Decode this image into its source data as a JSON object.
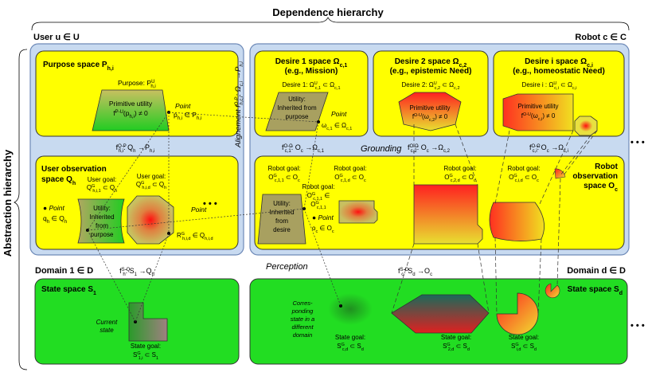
{
  "header": {
    "dependence_hierarchy": "Dependence hierarchy",
    "abstraction_hierarchy": "Abstraction hierarchy"
  },
  "user": {
    "title": "User u ∈ U",
    "purpose_space": "Purpose space P",
    "purpose_space_sub": "h,i",
    "purpose": "Purpose: P",
    "purpose_sup": "U",
    "purpose_sub": "h,i",
    "primitive_utility": "Primitive utility",
    "primitive_formula": "f",
    "primitive_formula_sup": "P-U",
    "primitive_formula_tail": "(p",
    "primitive_formula_sub": "h,i",
    "primitive_formula_end": ") ≠ 0",
    "point_label": "Point",
    "point_value": "p",
    "point_value_sub": "h,i",
    "point_value_tail": " ∈ P",
    "point_value_tail_sub": "h,i",
    "mapping_f": "f",
    "mapping_sup": "Q-P",
    "mapping_sub": "h,i",
    "mapping_tail": ": Q",
    "mapping_q_sub": "h",
    "mapping_arrow": " →P",
    "mapping_p_sub": "h,i",
    "observation_space_line1": "User observation",
    "observation_space_line2": "space Q",
    "observation_space_sub": "h",
    "goal1_line1": "User goal:",
    "goal1_line2": "Q",
    "goal1_sup": "G",
    "goal1_sub": "h,i,1",
    "goal1_tail": " ⊂ Q",
    "goal1_tail_sub": "h",
    "goal2_line1": "User goal:",
    "goal2_line2": "Q",
    "goal2_sup": "G",
    "goal2_sub": "h,i,d",
    "goal2_tail": " ⊂ Q",
    "goal2_tail_sub": "h",
    "point_q_label": "Point",
    "point_q_value": "q",
    "point_q_sub": "h",
    "point_q_tail": " ∈ Q",
    "point_q_tail_sub": "h",
    "utility_line1": "Utility:",
    "utility_line2": "Inherited",
    "utility_line3": "from",
    "utility_line4": "purpose",
    "point2_label": "Point",
    "point2_value": "R",
    "point2_sup": "G",
    "point2_sub": "h,i,d",
    "point2_tail": " ∈ Q",
    "point2_tail_sub": "h,i,d"
  },
  "robot": {
    "title": "Robot c ∈ C",
    "desire1_line1": "Desire 1 space Ω",
    "desire1_sub": "c,1",
    "desire1_line2": "(e.g., Mission)",
    "desire1_label": "Desire 1: Ω",
    "desire1_sup": "U",
    "desire1_label_sub": "c,1",
    "desire1_tail": " ⊂ Ω",
    "desire1_tail_sub": "c,1",
    "desire1_utility_line1": "Utility:",
    "desire1_utility_line2": "Inherited from",
    "desire1_utility_line3": "purpose",
    "desire1_point_label": "Point",
    "desire1_point_value": "ω",
    "desire1_point_sub": "c,1",
    "desire1_point_tail": " ∈ Ω",
    "desire1_point_tail_sub": "c,1",
    "desire2_line1": "Desire 2 space Ω",
    "desire2_sub": "c,2",
    "desire2_line2": "(e.g., epistemic Need)",
    "desire2_label": "Desire 2: Ω",
    "desire2_sup": "U",
    "desire2_label_sub": "c,2",
    "desire2_tail": " ⊂ Ω",
    "desire2_tail_sub": "c,2",
    "desire2_prim_line1": "Primitive utility",
    "desire2_prim_f": "f",
    "desire2_prim_sup": "Ω-U",
    "desire2_prim_tail": "(ω",
    "desire2_prim_sub": "c,2",
    "desire2_prim_end": ") ≠ 0",
    "desirei_line1": "Desire i space Ω",
    "desirei_sub": "c,i",
    "desirei_line2": "(e.g., homeostatic Need)",
    "desirei_label": "Desire i : Ω",
    "desirei_sup": "U",
    "desirei_label_sub": "c,i",
    "desirei_tail": " ⊂ Ω",
    "desirei_tail_sub": "c,i",
    "desirei_prim_line1": "Primitive utility",
    "desirei_prim_f": "f",
    "desirei_prim_sup": "Ω-U",
    "desirei_prim_tail": "(ω",
    "desirei_prim_sub": "c,i",
    "desirei_prim_end": ") ≠ 0",
    "alignment": "Alignement",
    "alignment_f": "f",
    "alignment_sup": "Ω-P",
    "alignment_sub": "h,c,i",
    "alignment_tail": ": Ω",
    "alignment_tail_sub": "c,i",
    "alignment_arrow": " →P",
    "alignment_p_sub": "h,i",
    "grounding": "Grounding",
    "ground1_f": "f",
    "ground1_sup": "O-Ω",
    "ground1_sub": "c,1",
    "ground1_tail": ": O",
    "ground1_o_sub": "c",
    "ground1_arrow": " →Ω",
    "ground1_arrow_sub": "c,1",
    "ground2_f": "f",
    "ground2_sup": "O-Ω",
    "ground2_sub": "c,2",
    "ground2_tail": ": O",
    "ground2_o_sub": "c",
    "ground2_arrow": " →Ω",
    "ground2_arrow_sub": "c,2",
    "groundi_f": "f",
    "groundi_sup": "O-Ω",
    "groundi_sub": "c,i",
    "groundi_tail": ": O",
    "groundi_o_sub": "c",
    "groundi_arrow": " →Ω",
    "groundi_arrow_sub": "c,i",
    "observation_line1": "Robot",
    "observation_line2": "observation",
    "observation_line3": "space O",
    "observation_sub": "c",
    "goal1_line1": "Robot goal:",
    "goal1_o": "O",
    "goal1_sup": "G",
    "goal1_sub": "c,1,1",
    "goal1_tail": " ⊂ O",
    "goal1_tail_sub": "c",
    "goal2_line1": "Robot goal:",
    "goal2_o": "O",
    "goal2_sup": "G",
    "goal2_sub": "c,1,d",
    "goal2_tail": " ⊂ O",
    "goal2_tail_sub": "c",
    "goal3_line1": "Robot goal:",
    "goal3_o": "O",
    "goal3_sup": "G",
    "goal3_sub": "c,2,d",
    "goal3_tail": " ⊂ O",
    "goal3_tail_sub": "c",
    "goal4_line1": "Robot goal:",
    "goal4_o": "O",
    "goal4_sup": "G",
    "goal4_sub": "c,i,d",
    "goal4_tail": " ⊂ O",
    "goal4_tail_sub": "c",
    "midgoal_line1": "Robot goal:",
    "midgoal_o": "O",
    "midgoal_sup": "G",
    "midgoal_sub": "c,1,1",
    "midgoal_tail": " ∈",
    "midgoal_line3": "O",
    "midgoal_line3_sup": "G",
    "midgoal_line3_sub": "c,1,1",
    "utility_line1": "Utility:",
    "utility_line2": "Inherited",
    "utility_line3": "from",
    "utility_line4": "desire",
    "point_o_label": "Point",
    "point_o_value": "o",
    "point_o_sub": "c",
    "point_o_tail": " ∈ O",
    "point_o_tail_sub": "c"
  },
  "domain": {
    "domain1_title": "Domain 1 ∈ D",
    "state_space": "State space S",
    "state_space_sub": "1",
    "current_state_line1": "Current",
    "current_state_line2": "state",
    "state_goal1_line1": "State goal:",
    "state_goal1_s": "S",
    "state_goal1_sup": "G",
    "state_goal1_sub": "1,i",
    "state_goal1_tail": " ⊂ S",
    "state_goal1_tail_sub": "1",
    "perception_user_f": "f",
    "perception_user_sup": "S-Q",
    "perception_user_sub": "h",
    "perception_user_tail": ": S",
    "perception_user_s_sub": "1",
    "perception_user_arrow": " →Q",
    "perception_user_arrow_sub": "h",
    "perception": "Perception",
    "perception_robot_f": "f",
    "perception_robot_sup": "S-O",
    "perception_robot_sub": "c",
    "perception_robot_tail": ": S",
    "perception_robot_s_sub": "d",
    "perception_robot_arrow": " →O",
    "perception_robot_arrow_sub": "c",
    "domaind_title": "Domain d ∈ D",
    "state_space_d": "State space S",
    "state_space_d_sub": "d",
    "corresponding_line1": "Corres-",
    "corresponding_line2": "ponding",
    "corresponding_line3": "state in a",
    "corresponding_line4": "different",
    "corresponding_line5": "domain",
    "state_goal2_line1": "State goal:",
    "state_goal2_s": "S",
    "state_goal2_sup": "G",
    "state_goal2_sub": "c,d",
    "state_goal2_tail": " ⊂ S",
    "state_goal2_tail_sub": "d",
    "state_goal3_line1": "State goal:",
    "state_goal3_s": "S",
    "state_goal3_sup": "G",
    "state_goal3_sub": "2,d",
    "state_goal3_tail": " ⊂ S",
    "state_goal3_tail_sub": "d",
    "state_goal4_line1": "State goal:",
    "state_goal4_s": "S",
    "state_goal4_sup": "G",
    "state_goal4_sub": "i,d",
    "state_goal4_tail": " ⊂ S",
    "state_goal4_tail_sub": "d"
  },
  "ellipses": {
    "top_right": "• • •",
    "middle": "• • •",
    "bottom_right": "• • •"
  },
  "colors": {
    "yellow": "#ffff00",
    "green": "#22dd22",
    "blue_panel": "#c8daf0",
    "red": "#ff2020",
    "olive": "#a8a060"
  }
}
